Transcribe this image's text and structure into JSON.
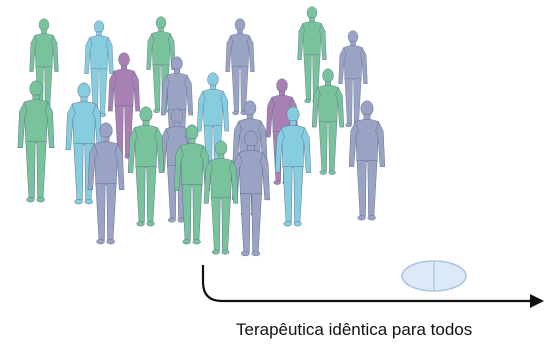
{
  "caption": "Terapêutica idêntica para todos",
  "colors": {
    "green": "#78c39b",
    "blue": "#86cde0",
    "slate": "#9aa3c4",
    "purple": "#a880b4",
    "pill_fill": "#dce9f6",
    "pill_stroke": "#a9c3e0",
    "arrow": "#111111"
  },
  "people": {
    "count": 22,
    "color_sequence": [
      "green",
      "blue",
      "green",
      "slate",
      "green",
      "slate",
      "green",
      "blue",
      "purple",
      "slate",
      "slate",
      "purple",
      "blue",
      "slate",
      "green",
      "slate",
      "slate",
      "green",
      "blue",
      "slate",
      "green",
      "green"
    ]
  },
  "icons": [
    "person-silhouette-icon",
    "pill-icon",
    "arrow-icon"
  ]
}
